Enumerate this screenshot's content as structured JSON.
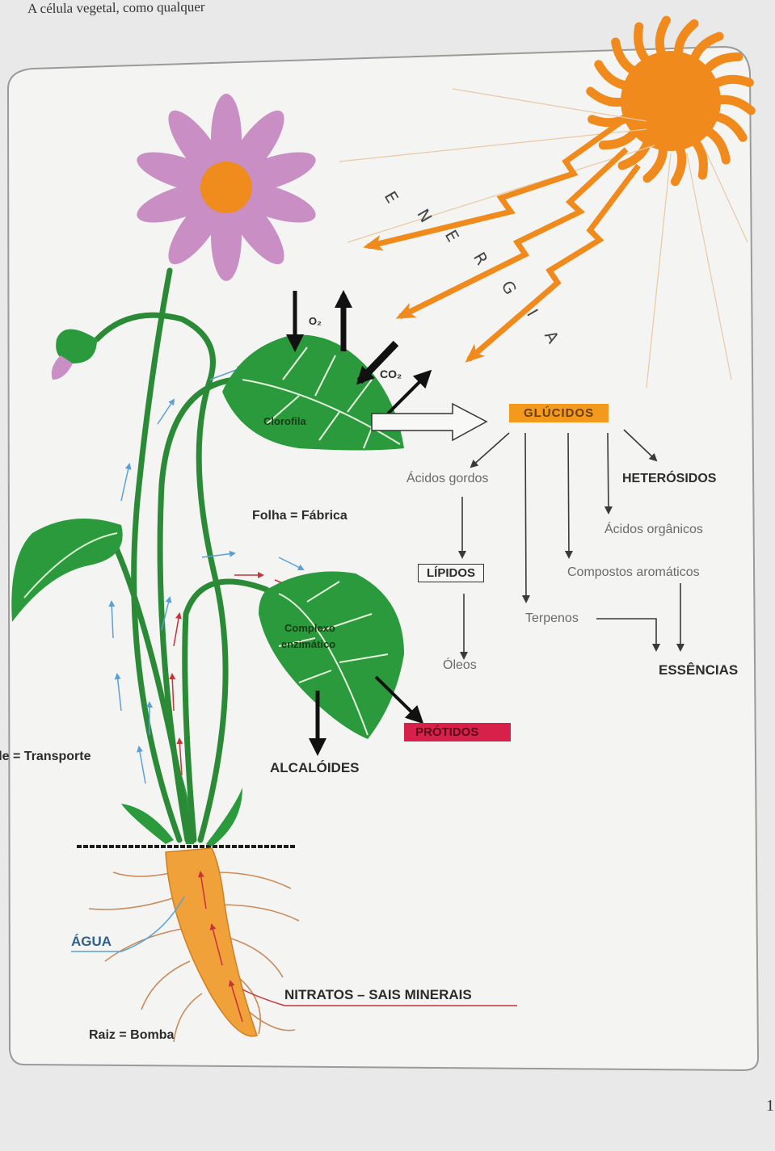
{
  "header_text": "A célula vegetal, como qualquer",
  "page_number": "1",
  "energy_letters": [
    "E",
    "N",
    "E",
    "R",
    "G",
    "I",
    "A"
  ],
  "labels": {
    "o2": "O₂",
    "co2": "CO₂",
    "chlorophyll": "Clorofila",
    "leaf_factory": "Folha = Fábrica",
    "stem_transport": "Caule = Transporte",
    "root_pump": "Raiz = Bomba",
    "water": "ÁGUA",
    "nitrates": "NITRATOS – SAIS MINERAIS",
    "alkaloids": "ALCALÓIDES",
    "proteins": "PRÓTIDOS",
    "complex_line1": "Complexo",
    "complex_line2": "enzimático",
    "glucids": "GLÚCIDOS",
    "fatty_acids": "Ácidos gordos",
    "heterosides": "HETERÓSIDOS",
    "organic_acids": "Ácidos orgânicos",
    "lipids": "LÍPIDOS",
    "aromatic_compounds": "Compostos aromáticos",
    "terpenes": "Terpenos",
    "oils": "Óleos",
    "essences": "ESSÊNCIAS"
  },
  "colors": {
    "page": "#e9e9ea",
    "panel": "#f4f4f2",
    "sun": "#f08a1c",
    "leaf": "#2a9a3c",
    "petal": "#c98fc4",
    "flower_center": "#ef8c1d",
    "root": "#f0a13a",
    "glucids_box": "#f39a1c",
    "proteins_box": "#d7214a",
    "sap_blue": "#5aa0d8",
    "sap_red": "#c8323a"
  }
}
